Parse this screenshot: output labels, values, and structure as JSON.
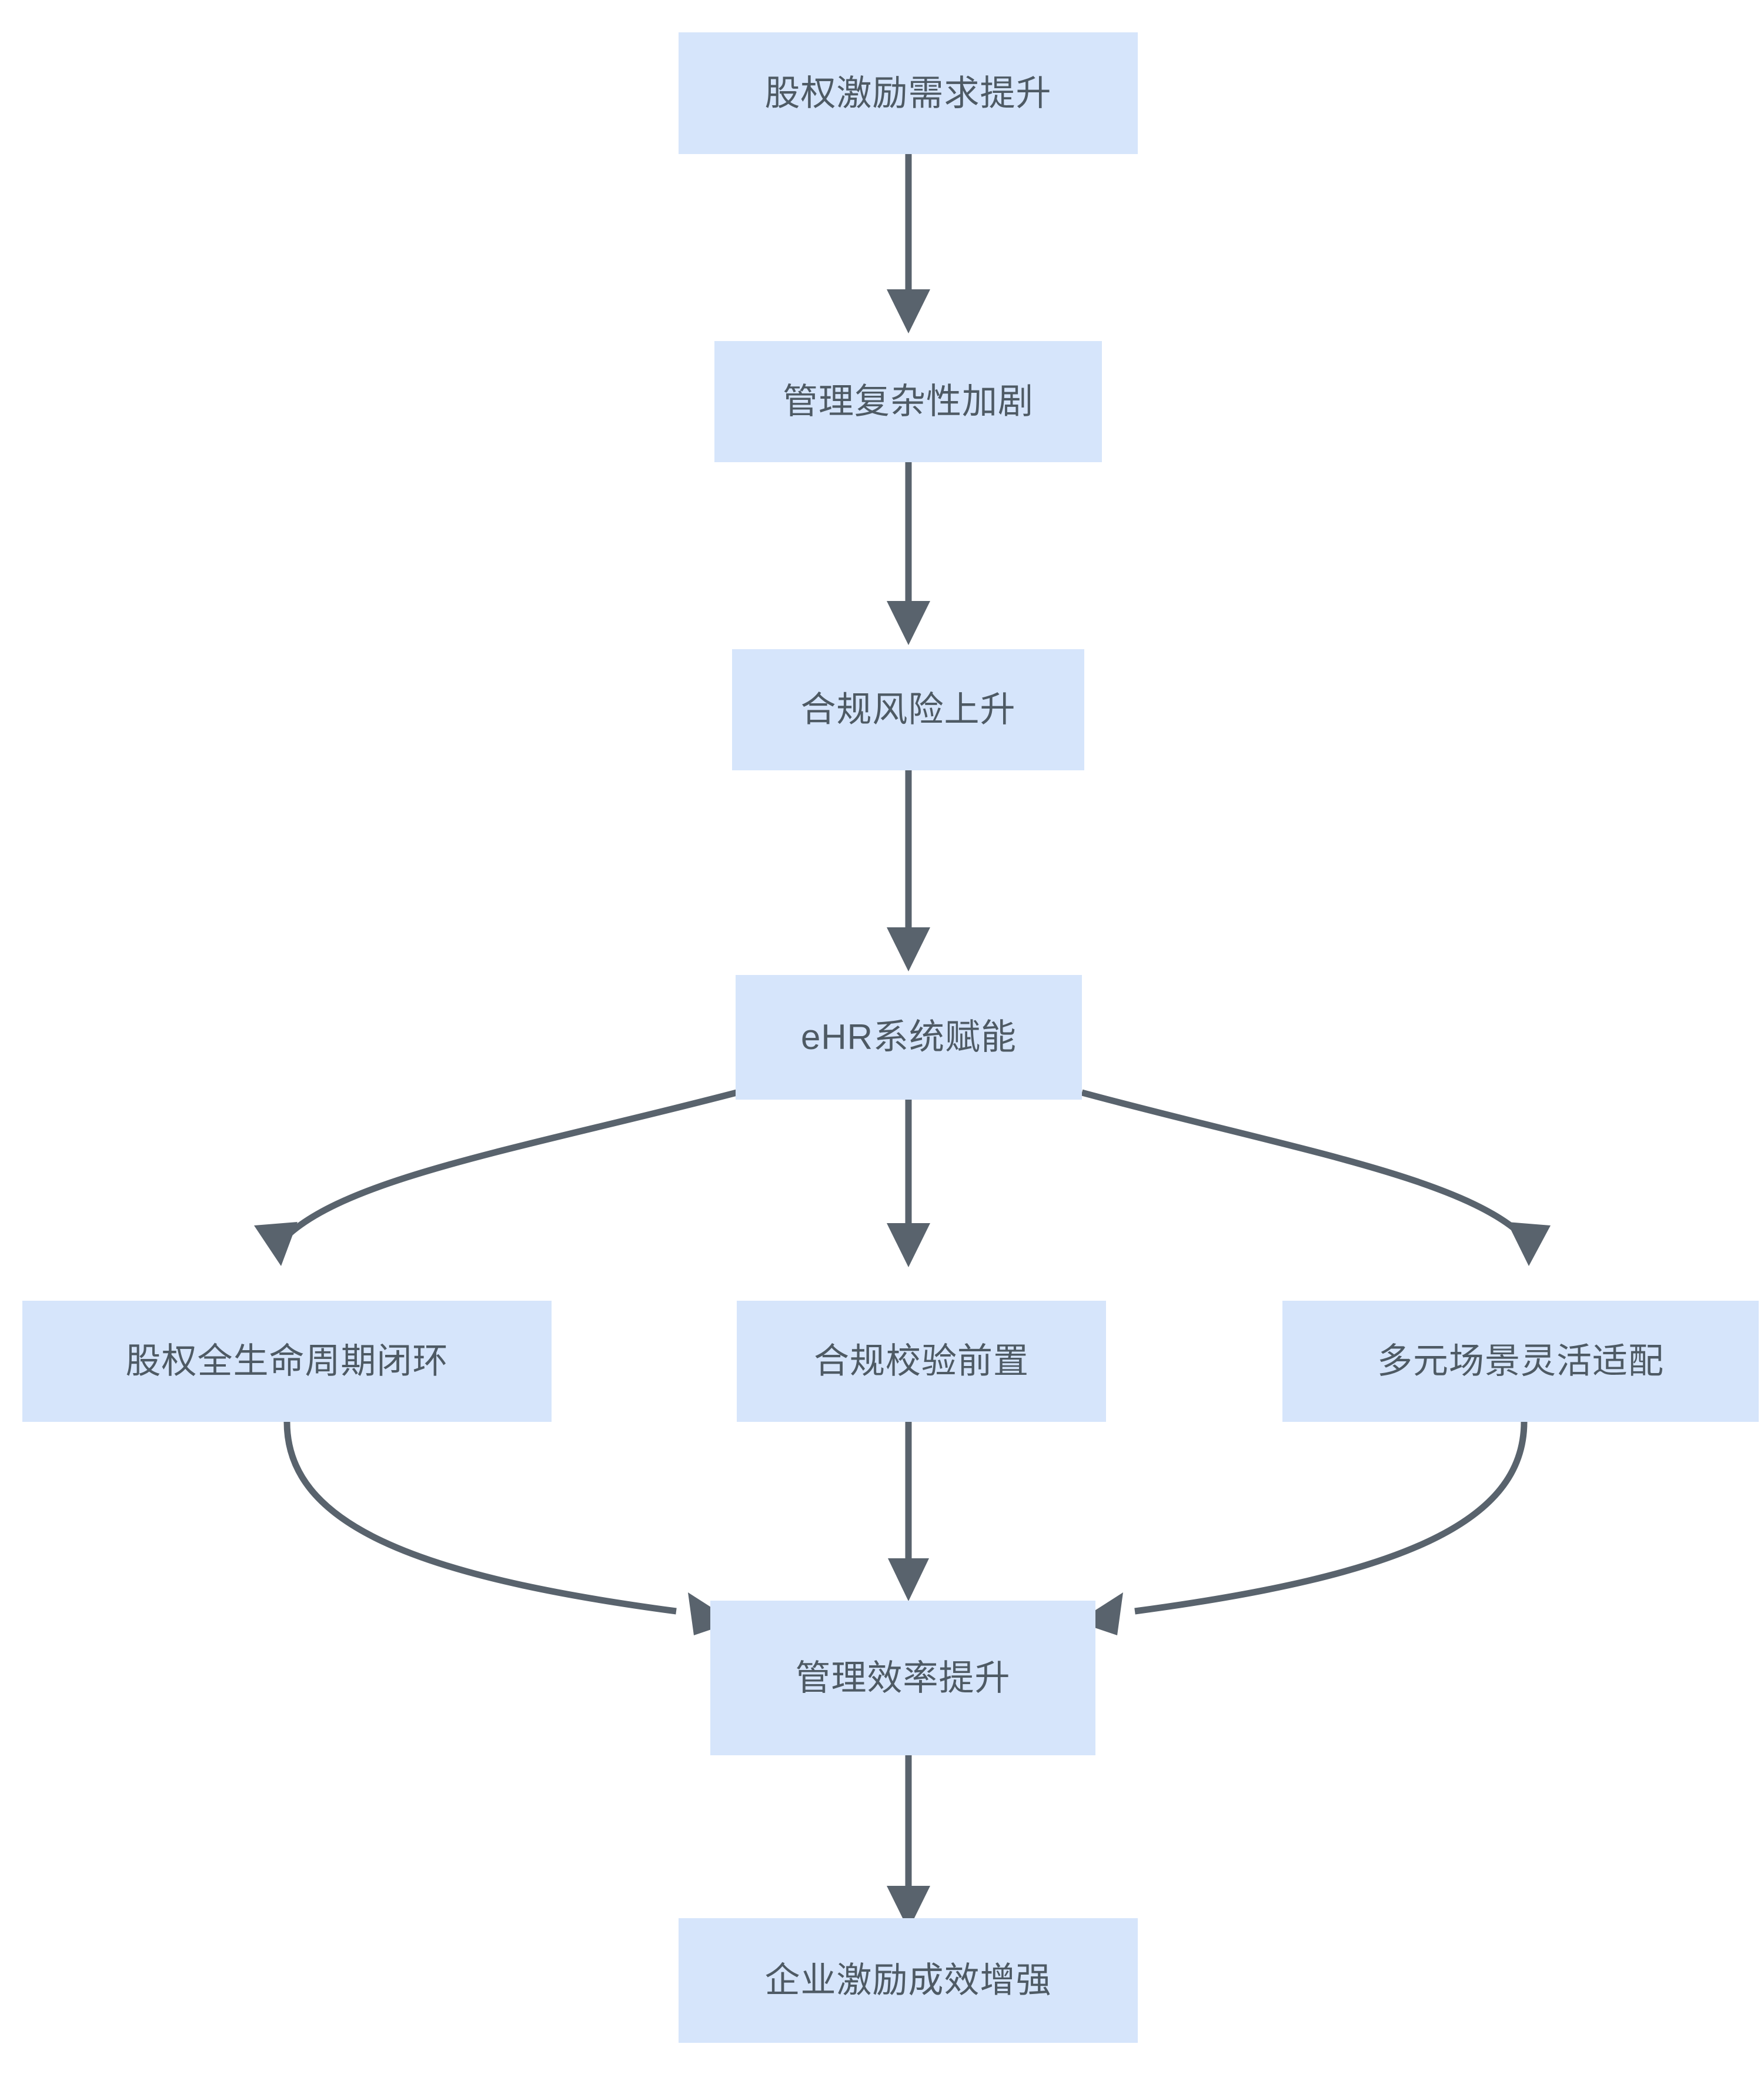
{
  "diagram": {
    "type": "flowchart",
    "direction": "top-to-bottom",
    "title": "",
    "theme": {
      "node_fill": "#d6e5fb",
      "node_text": "#4e5a64",
      "edge_color": "#59636d",
      "background": "#ffffff"
    },
    "nodes": [
      {
        "id": "n1",
        "label": "股权激励需求提升"
      },
      {
        "id": "n2",
        "label": "管理复杂性加剧"
      },
      {
        "id": "n3",
        "label": "合规风险上升"
      },
      {
        "id": "n4",
        "label": "eHR系统赋能"
      },
      {
        "id": "n5",
        "label": "股权全生命周期闭环"
      },
      {
        "id": "n6",
        "label": "合规校验前置"
      },
      {
        "id": "n7",
        "label": "多元场景灵活适配"
      },
      {
        "id": "n8",
        "label": "管理效率提升"
      },
      {
        "id": "n9",
        "label": "企业激励成效增强"
      }
    ],
    "edges": [
      {
        "from": "n1",
        "to": "n2",
        "label": ""
      },
      {
        "from": "n2",
        "to": "n3",
        "label": ""
      },
      {
        "from": "n3",
        "to": "n4",
        "label": ""
      },
      {
        "from": "n4",
        "to": "n5",
        "label": ""
      },
      {
        "from": "n4",
        "to": "n6",
        "label": ""
      },
      {
        "from": "n4",
        "to": "n7",
        "label": ""
      },
      {
        "from": "n5",
        "to": "n8",
        "label": ""
      },
      {
        "from": "n6",
        "to": "n8",
        "label": ""
      },
      {
        "from": "n7",
        "to": "n8",
        "label": ""
      },
      {
        "from": "n8",
        "to": "n9",
        "label": ""
      }
    ]
  }
}
